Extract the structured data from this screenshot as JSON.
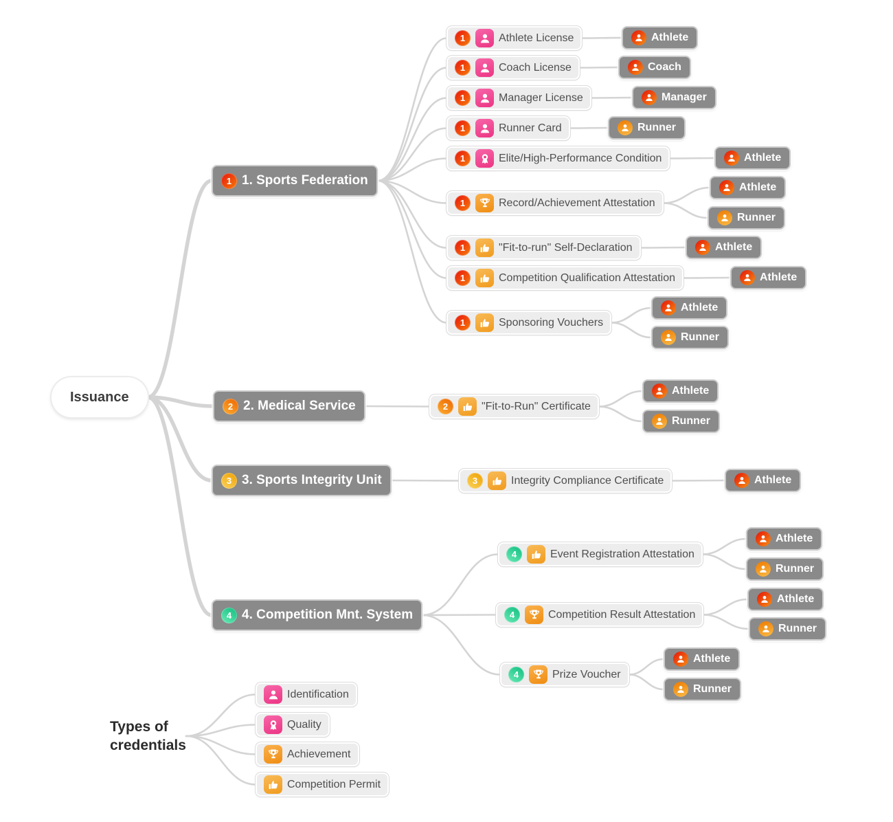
{
  "root": {
    "label": "Issuance"
  },
  "branches": [
    {
      "label": "1. Sports Federation",
      "badge": "1"
    },
    {
      "label": "2. Medical Service",
      "badge": "2"
    },
    {
      "label": "3. Sports Integrity Unit",
      "badge": "3"
    },
    {
      "label": "4. Competition Mnt. System",
      "badge": "4"
    }
  ],
  "items": [
    {
      "label": "Athlete License",
      "badge": "1",
      "icon": "identification",
      "roles": [
        {
          "label": "Athlete",
          "color": "red"
        }
      ]
    },
    {
      "label": "Coach License",
      "badge": "1",
      "icon": "identification",
      "roles": [
        {
          "label": "Coach",
          "color": "red"
        }
      ]
    },
    {
      "label": "Manager License",
      "badge": "1",
      "icon": "identification",
      "roles": [
        {
          "label": "Manager",
          "color": "red"
        }
      ]
    },
    {
      "label": "Runner Card",
      "badge": "1",
      "icon": "identification",
      "roles": [
        {
          "label": "Runner",
          "color": "orange"
        }
      ]
    },
    {
      "label": "Elite/High-Performance Condition",
      "badge": "1",
      "icon": "quality",
      "roles": [
        {
          "label": "Athlete",
          "color": "red"
        }
      ]
    },
    {
      "label": "Record/Achievement Attestation",
      "badge": "1",
      "icon": "achievement",
      "roles": [
        {
          "label": "Athlete",
          "color": "red"
        },
        {
          "label": "Runner",
          "color": "orange"
        }
      ]
    },
    {
      "label": "\"Fit-to-run\" Self-Declaration",
      "badge": "1",
      "icon": "competition-permit",
      "roles": [
        {
          "label": "Athlete",
          "color": "red"
        }
      ]
    },
    {
      "label": "Competition Qualification Attestation",
      "badge": "1",
      "icon": "competition-permit",
      "roles": [
        {
          "label": "Athlete",
          "color": "red"
        }
      ]
    },
    {
      "label": "Sponsoring Vouchers",
      "badge": "1",
      "icon": "competition-permit",
      "roles": [
        {
          "label": "Athlete",
          "color": "red"
        },
        {
          "label": "Runner",
          "color": "orange"
        }
      ]
    },
    {
      "label": "\"Fit-to-Run\" Certificate",
      "badge": "2",
      "icon": "competition-permit",
      "roles": [
        {
          "label": "Athlete",
          "color": "red"
        },
        {
          "label": "Runner",
          "color": "orange"
        }
      ]
    },
    {
      "label": "Integrity Compliance Certificate",
      "badge": "3",
      "icon": "competition-permit",
      "roles": [
        {
          "label": "Athlete",
          "color": "red"
        }
      ]
    },
    {
      "label": "Event Registration Attestation",
      "badge": "4",
      "icon": "competition-permit",
      "roles": [
        {
          "label": "Athlete",
          "color": "red"
        },
        {
          "label": "Runner",
          "color": "orange"
        }
      ]
    },
    {
      "label": "Competition Result Attestation",
      "badge": "4",
      "icon": "achievement",
      "roles": [
        {
          "label": "Athlete",
          "color": "red"
        },
        {
          "label": "Runner",
          "color": "orange"
        }
      ]
    },
    {
      "label": "Prize Voucher",
      "badge": "4",
      "icon": "achievement",
      "roles": [
        {
          "label": "Athlete",
          "color": "red"
        },
        {
          "label": "Runner",
          "color": "orange"
        }
      ]
    }
  ],
  "legend": {
    "line1": "Types of",
    "line2": "credentials",
    "entries": [
      {
        "label": "Identification",
        "icon": "identification"
      },
      {
        "label": "Quality",
        "icon": "quality"
      },
      {
        "label": "Achievement",
        "icon": "achievement"
      },
      {
        "label": "Competition Permit",
        "icon": "competition-permit"
      }
    ]
  },
  "colors": {
    "branch_fill": "#8a8a8a",
    "child_fill": "#ededed",
    "leaf_fill": "#8a8a8a",
    "badge_red": "#e8140c",
    "badge_orange": "#ed6500",
    "badge_yellow": "#eea000",
    "badge_green": "#0fbe80",
    "icon_pink": "#ec3584",
    "icon_orange": "#ef8d12",
    "icon_amber": "#f09b1e",
    "role_red": "#e51309",
    "role_orange": "#ee7a00",
    "connector": "#d4d4d4"
  }
}
